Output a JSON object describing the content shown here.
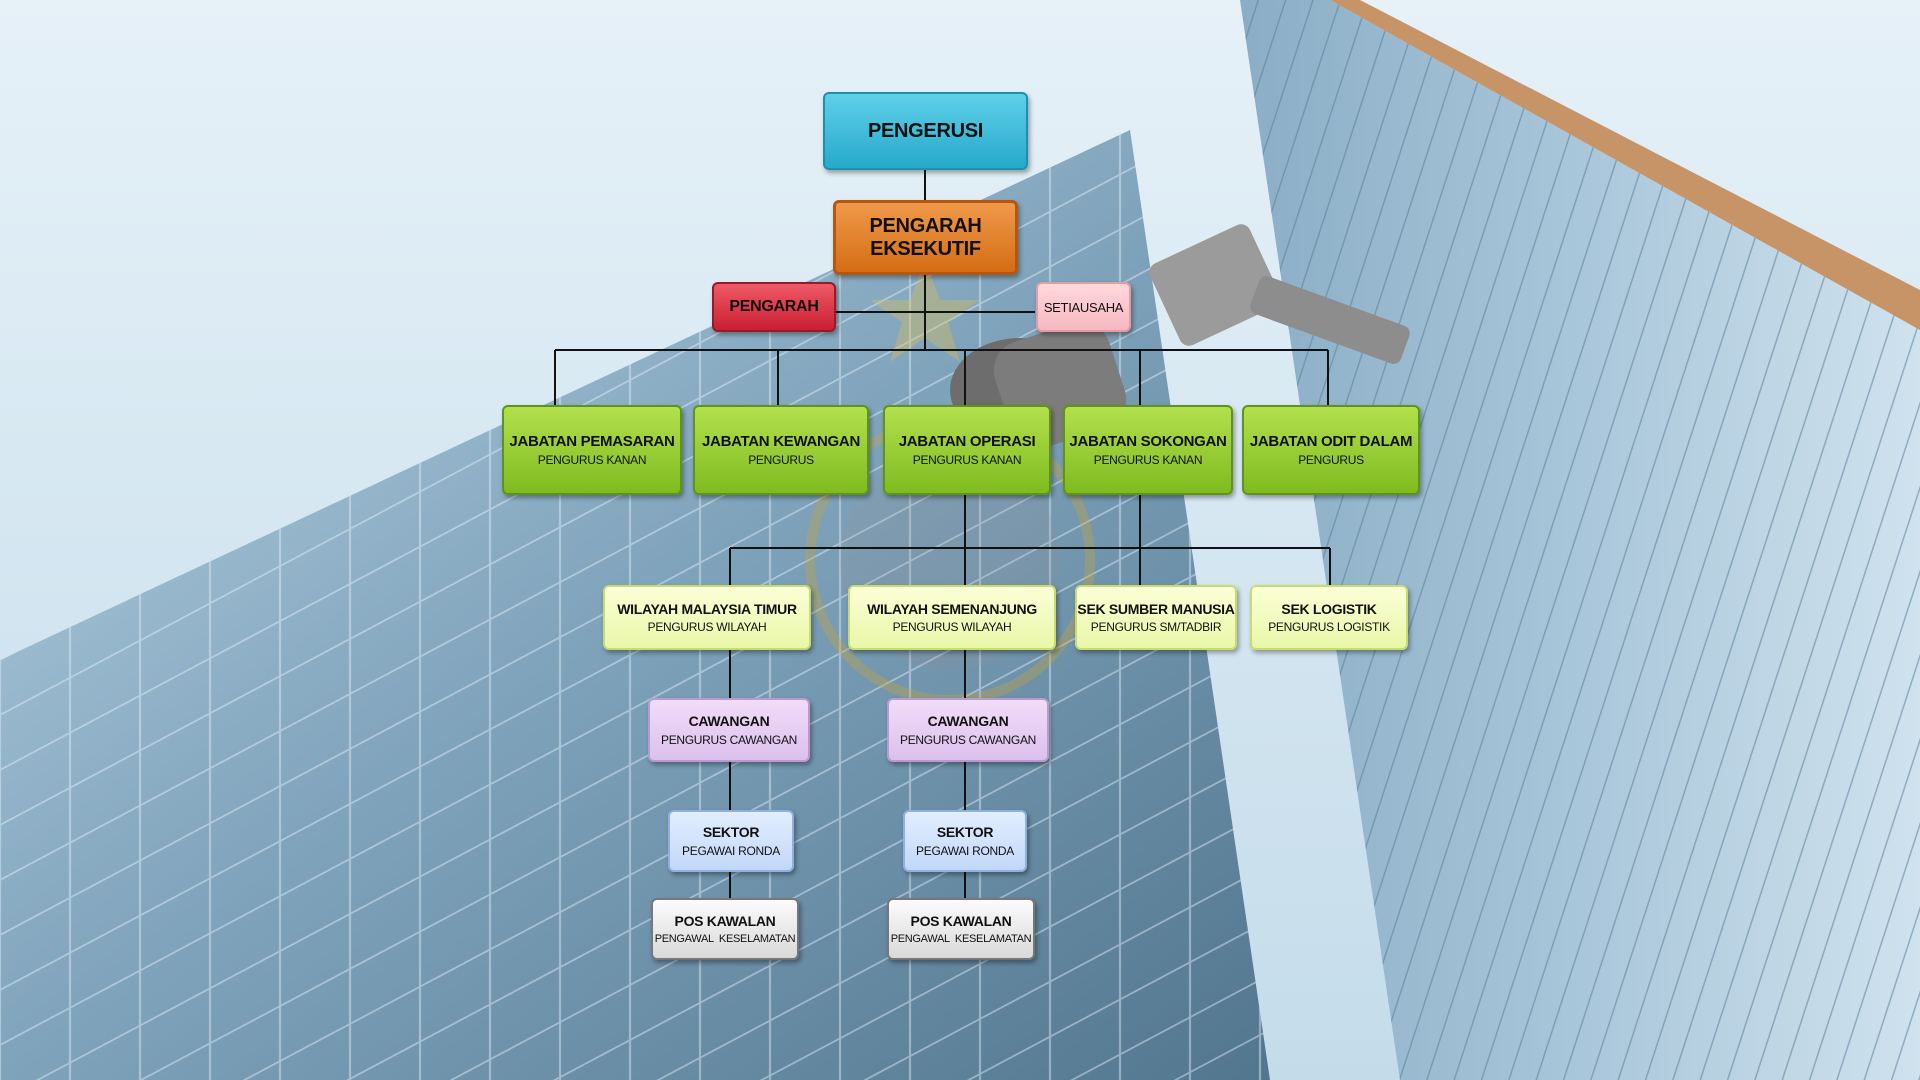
{
  "colors": {
    "pengerusi": "#26a9cb",
    "pengarah_eksekutif": "#d46d14",
    "pengarah": "#c91f33",
    "setiausaha": "#f7b8c0",
    "jabatan": "#7fbb1f",
    "wilayah": "#e9f7a8",
    "cawangan": "#dcc0ed",
    "sektor": "#c2d8f8",
    "pos": "#d9d9d9"
  },
  "background": {
    "photo": "glass skyscraper facade viewed from below with a CCTV security camera",
    "watermark": "faded security association emblem"
  },
  "org": {
    "pengerusi": {
      "title": "PENGERUSI"
    },
    "pengarah_eksekutif": {
      "title": "PENGARAH EKSEKUTIF"
    },
    "pengarah": {
      "title": "PENGARAH"
    },
    "setiausaha": {
      "title": "SETIAUSAHA"
    },
    "jabatan": [
      {
        "title": "JABATAN PEMASARAN",
        "role": "PENGURUS KANAN"
      },
      {
        "title": "JABATAN KEWANGAN",
        "role": "PENGURUS"
      },
      {
        "title": "JABATAN OPERASI",
        "role": "PENGURUS KANAN"
      },
      {
        "title": "JABATAN SOKONGAN",
        "role": "PENGURUS KANAN"
      },
      {
        "title": "JABATAN ODIT DALAM",
        "role": "PENGURUS"
      }
    ],
    "wilayah": [
      {
        "title": "WILAYAH MALAYSIA TIMUR",
        "role": "PENGURUS WILAYAH"
      },
      {
        "title": "WILAYAH SEMENANJUNG",
        "role": "PENGURUS WILAYAH"
      },
      {
        "title": "SEK SUMBER MANUSIA",
        "role": "PENGURUS SM/TADBIR"
      },
      {
        "title": "SEK LOGISTIK",
        "role": "PENGURUS LOGISTIK"
      }
    ],
    "cawangan": [
      {
        "title": "CAWANGAN",
        "role": "PENGURUS CAWANGAN"
      },
      {
        "title": "CAWANGAN",
        "role": "PENGURUS CAWANGAN"
      }
    ],
    "sektor": [
      {
        "title": "SEKTOR",
        "role": "PEGAWAI RONDA"
      },
      {
        "title": "SEKTOR",
        "role": "PEGAWAI RONDA"
      }
    ],
    "pos": [
      {
        "title": "POS KAWALAN",
        "role": "PENGAWAL  KESELAMATAN"
      },
      {
        "title": "POS KAWALAN",
        "role": "PENGAWAL  KESELAMATAN"
      }
    ]
  }
}
